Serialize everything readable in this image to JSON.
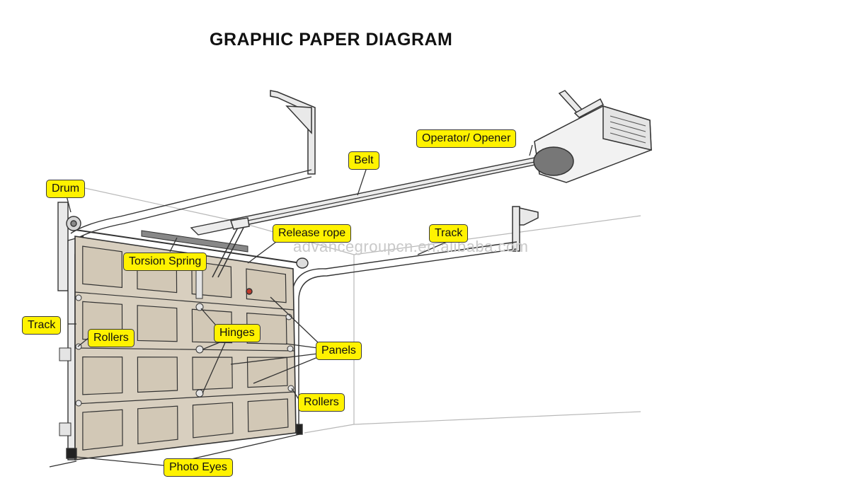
{
  "title": "GRAPHIC PAPER DIAGRAM",
  "watermark": "advancegroupcn.en.alibaba.com",
  "labels": {
    "drum": "Drum",
    "operator_opener": "Operator/ Opener",
    "belt": "Belt",
    "release_rope": "Release rope",
    "track_top": "Track",
    "torsion_spring": "Torsion Spring",
    "track_left": "Track",
    "rollers_left": "Rollers",
    "hinges": "Hinges",
    "panels": "Panels",
    "rollers_right": "Rollers",
    "photo_eyes": "Photo Eyes"
  },
  "colors": {
    "label_fill": "#fff200",
    "door_fill": "#d8cfbf",
    "outline": "#333333"
  }
}
